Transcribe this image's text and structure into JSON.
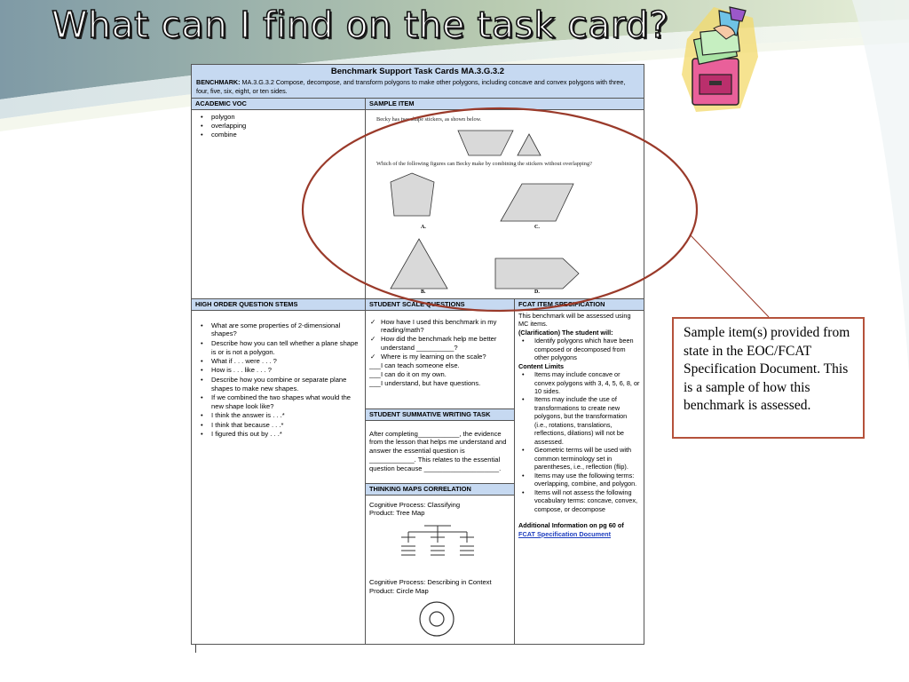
{
  "slide": {
    "title": "What can I find on the task card?",
    "callout": "Sample item(s) provided from state in the EOC/FCAT Specification Document. This is a sample of how this benchmark is assessed."
  },
  "card": {
    "title": "Benchmark Support Task Cards MA.3.G.3.2",
    "benchmark_label": "BENCHMARK:",
    "benchmark_text": " MA.3.G.3.2 Compose, decompose, and transform polygons to make other polygons, including concave and convex polygons with three, four, five, six, eight, or ten sides.",
    "academic_voc": {
      "header": "ACADEMIC VOC",
      "items": [
        "polygon",
        "overlapping",
        "combine"
      ]
    },
    "sample_item": {
      "header": "SAMPLE ITEM",
      "prompt": "Becky has two shape stickers, as shown below.",
      "question": "Which of the following figures can Becky make by combining the stickers without overlapping?",
      "choice_a": "A.",
      "choice_b": "B.",
      "choice_c": "C.",
      "choice_d": "D."
    },
    "high_order": {
      "header": "HIGH ORDER QUESTION STEMS",
      "items": [
        "What are some properties of 2-dimensional shapes?",
        "Describe how you can tell whether a plane shape is or is not a polygon.",
        "What if . . . were . . . ?",
        "How is . . . like . . . ?",
        "Describe how you combine or separate plane shapes to make new shapes.",
        "If we combined the two shapes what would the new shape look like?",
        "I think the answer is . . .*",
        "I think that because . . .*",
        "I figured this out by . . .*"
      ]
    },
    "scale_questions": {
      "header": "STUDENT SCALE QUESTIONS",
      "checks": [
        "How have I used this benchmark in my reading/math?",
        "How did the benchmark help me better understand __________?",
        "Where is my learning on the scale?"
      ],
      "blanks": [
        "I can teach someone else.",
        "I can do it on my own.",
        "I understand, but have questions."
      ]
    },
    "summative": {
      "header": "STUDENT SUMMATIVE WRITING TASK",
      "text": "After completing___________, the evidence from the lesson that helps me understand and answer the essential question is ____________. This relates to the essential question because ____________________."
    },
    "thinking_maps": {
      "header": "THINKING MAPS CORRELATION",
      "process1": "Cognitive Process: Classifying",
      "product1": "Product: Tree Map",
      "process2": "Cognitive Process: Describing in Context",
      "product2": "Product: Circle Map"
    },
    "fcat": {
      "header": "FCAT ITEM SPECIFICATION",
      "intro": "This benchmark will be assessed using MC items.",
      "clarification_label": "(Clarification) The student will:",
      "clarification_items": [
        "Identify polygons which have been composed or decomposed from other polygons"
      ],
      "content_limits_label": "Content Limits",
      "content_items": [
        "Items may include concave or convex polygons with 3, 4, 5, 6, 8, or 10 sides.",
        "Items may include the use of transformations to create new polygons, but the transformation (i.e., rotations, translations, reflections, dilations) will not be assessed.",
        "Geometric terms will be used with common terminology set in parentheses, i.e., reflection (flip).",
        "Items may use the following terms: overlapping, combine, and polygon.",
        "Items will not assess the following vocabulary terms: concave, convex, compose, or decompose"
      ],
      "additional": "Additional Information on pg 60 of",
      "link": "FCAT Specification Document"
    }
  }
}
